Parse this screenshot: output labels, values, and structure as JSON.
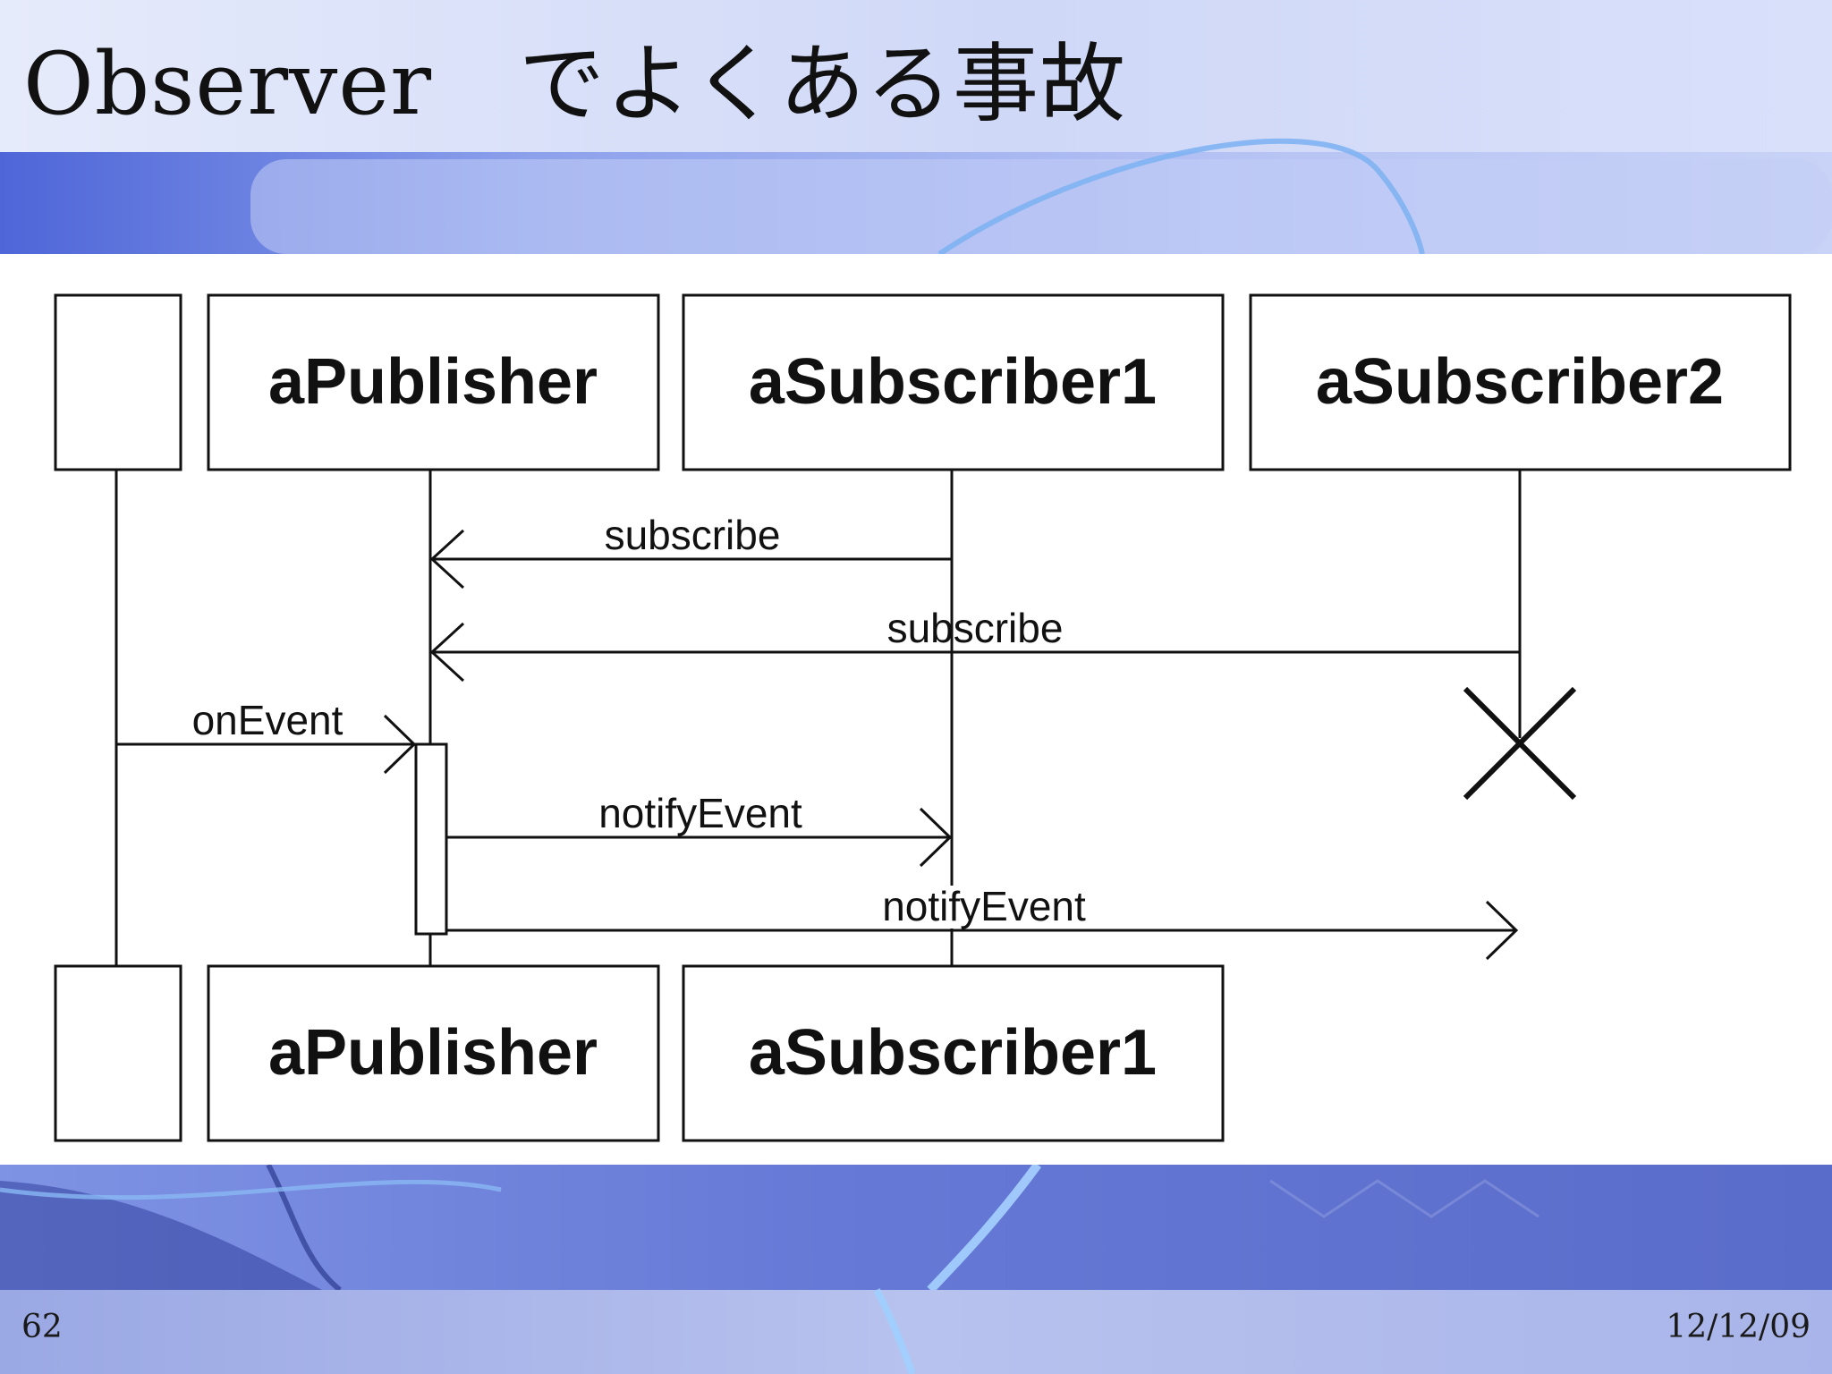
{
  "slide": {
    "title": "Observer　でよくある事故",
    "number": "62",
    "date": "12/12/09"
  },
  "diagram": {
    "top_boxes": {
      "unnamed": "",
      "publisher": "aPublisher",
      "subscriber1": "aSubscriber1",
      "subscriber2": "aSubscriber2"
    },
    "bottom_boxes": {
      "unnamed": "",
      "publisher": "aPublisher",
      "subscriber1": "aSubscriber1"
    },
    "messages": {
      "subscribe_1": "subscribe",
      "subscribe_2": "subscribe",
      "on_event": "onEvent",
      "notify_event_1": "notifyEvent",
      "notify_event_2": "notifyEvent"
    }
  },
  "colors": {
    "line": "#111111",
    "background_blue_light": "#dfe6fb",
    "background_blue_mid": "#8fa4ee",
    "background_blue_dark": "#3d55c9",
    "swoosh": "#6ea8f0"
  }
}
